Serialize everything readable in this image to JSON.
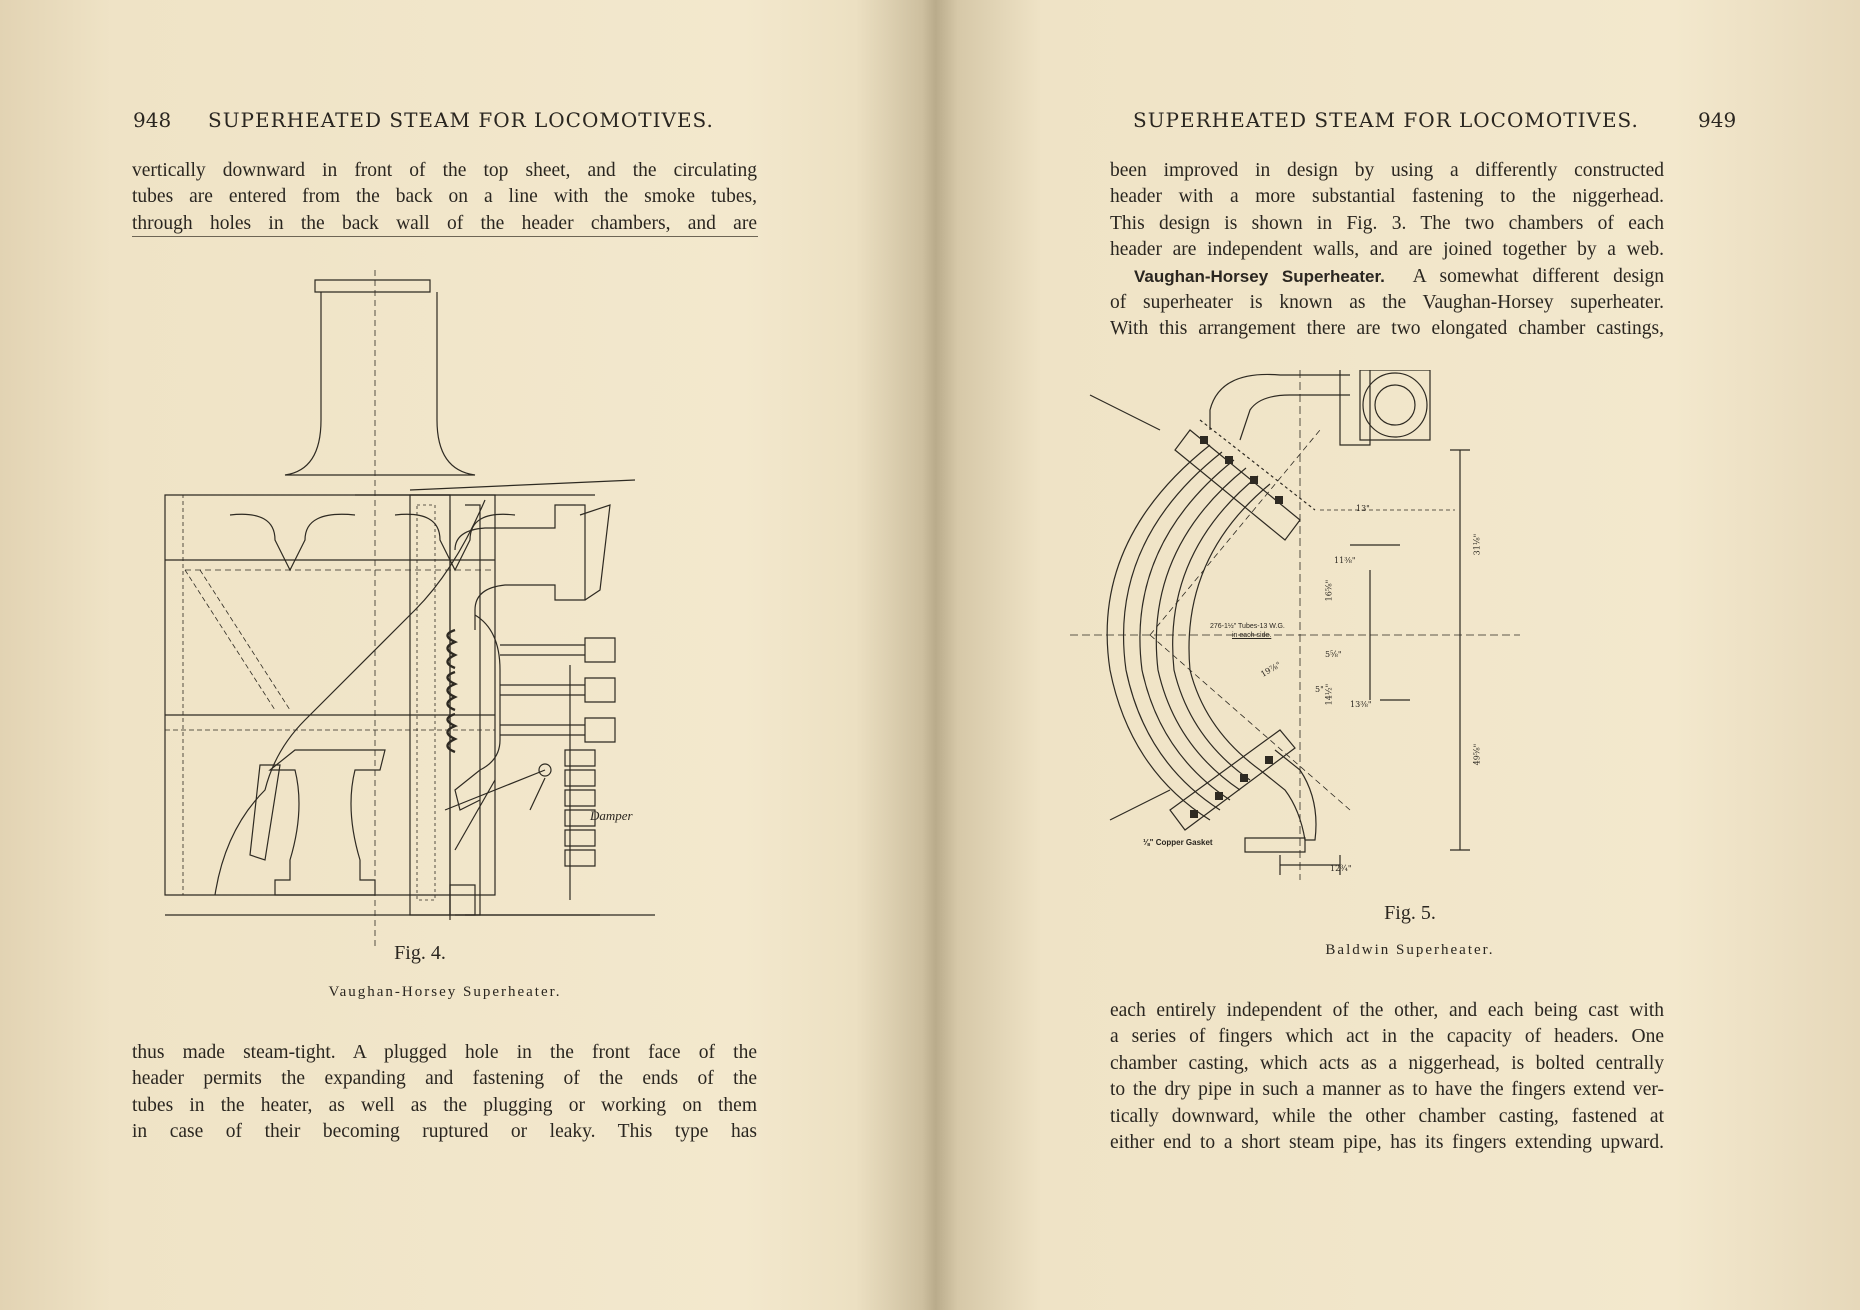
{
  "left_page": {
    "page_number": "948",
    "running_head": "SUPERHEATED STEAM FOR LOCOMOTIVES.",
    "top_lines": [
      "vertically downward in front of the top sheet, and the circulating",
      "tubes are entered from the back on a line with the smoke tubes,",
      "through holes in the back wall of the header chambers, and are"
    ],
    "figure": {
      "caption": "Fig. 4.",
      "title": "Vaughan-Horsey Superheater.",
      "labels": {
        "damper": "Damper"
      }
    },
    "bottom_lines": [
      "thus made steam-tight.  A plugged hole in the front face of the",
      "header permits the expanding and fastening of the ends of the",
      "tubes in the heater, as well as the plugging or working on them",
      "in case of their becoming ruptured or leaky.   This type has"
    ]
  },
  "right_page": {
    "page_number": "949",
    "running_head": "SUPERHEATED STEAM FOR LOCOMOTIVES.",
    "top_lines": [
      "been improved in design by using a differently constructed",
      "header with a more substantial fastening to the niggerhead.",
      "This design is shown in Fig. 3.   The two chambers of each",
      "header are independent walls, and are joined together by a web."
    ],
    "section_heading": "Vaughan-Horsey Superheater.",
    "section_lines": [
      "A somewhat different design",
      "of superheater is known as the Vaughan-Horsey superheater.",
      "With this arrangement there are two elongated chamber castings,"
    ],
    "figure": {
      "caption": "Fig. 5.",
      "title": "Baldwin Superheater.",
      "labels": {
        "tubes": "276-1½\" Tubes-13 W.G.",
        "tubes2": "in each side.",
        "gasket": "⅛\" Copper Gasket",
        "d1": "13\"",
        "d2": "11⅜\"",
        "d3": "16⅝\"",
        "d4": "19⅞\"",
        "d5": "14½\"",
        "d6": "13⅜\"",
        "d7": "31⅛\"",
        "d8": "49⅝\"",
        "d9": "12¾\"",
        "d10": "5⅝\"",
        "d11": "5\""
      }
    },
    "bottom_lines": [
      "each entirely independent of the other, and each being cast with",
      "a series of fingers which act in the capacity of headers.  One",
      "chamber casting, which acts as a niggerhead, is bolted centrally",
      "to the dry pipe in such a manner as to have the fingers extend ver-",
      "tically downward, while the other chamber casting, fastened at",
      "either end to a short steam pipe, has its fingers extending upward."
    ]
  }
}
